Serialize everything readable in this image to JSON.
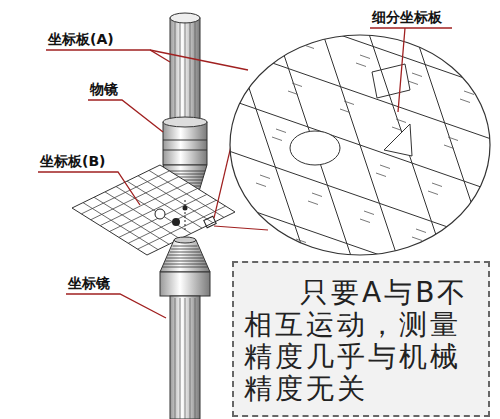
{
  "diagram": {
    "nodes": [
      {
        "text": [
          "只要A与B不相互运动，测量精度几乎与机械精度无关"
        ]
      }
    ],
    "labels": [
      "坐标板(A)",
      "物镜",
      "坐标板(B)",
      "坐标镜",
      "细分坐标板"
    ]
  }
}
